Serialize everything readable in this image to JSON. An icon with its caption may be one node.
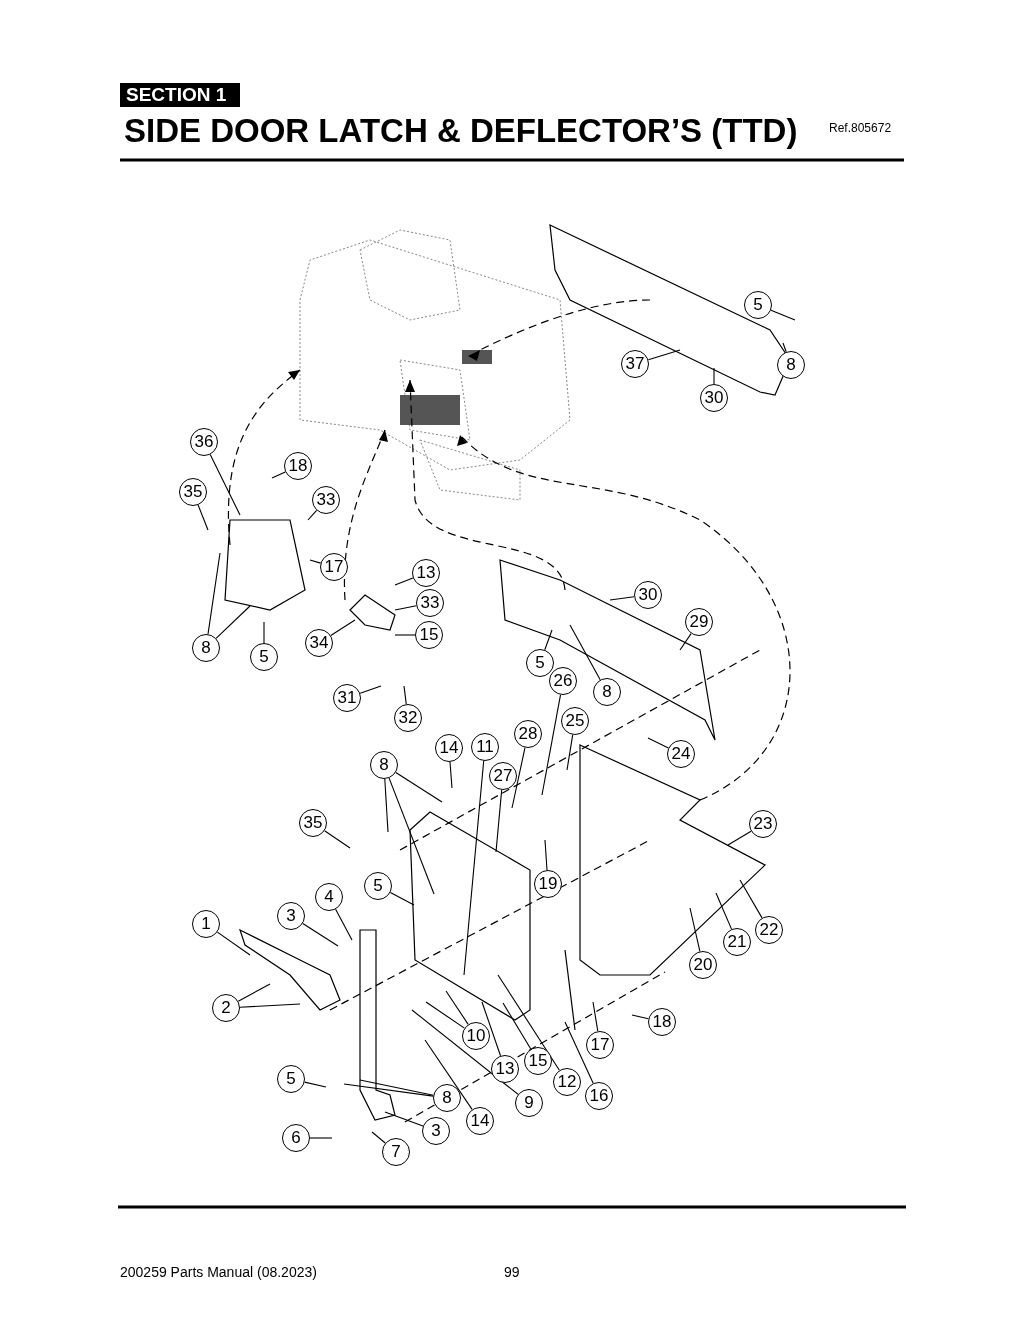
{
  "diagram": {
    "title": "SIDE DOOR LATCH & DEFLECTOR’S (TTD)",
    "nodes": [
      {
        "text": [
          "5"
        ]
      },
      {
        "text": [
          "37"
        ]
      },
      {
        "text": [
          "8"
        ]
      },
      {
        "text": [
          "30"
        ]
      },
      {
        "text": [
          "36"
        ]
      },
      {
        "text": [
          "18"
        ]
      },
      {
        "text": [
          "35"
        ]
      },
      {
        "text": [
          "33"
        ]
      },
      {
        "text": [
          "17"
        ]
      },
      {
        "text": [
          "13"
        ]
      },
      {
        "text": [
          "33"
        ]
      },
      {
        "text": [
          "15"
        ]
      },
      {
        "text": [
          "34"
        ]
      },
      {
        "text": [
          "8"
        ]
      },
      {
        "text": [
          "5"
        ]
      },
      {
        "text": [
          "30"
        ]
      },
      {
        "text": [
          "29"
        ]
      },
      {
        "text": [
          "5"
        ]
      },
      {
        "text": [
          "26"
        ]
      },
      {
        "text": [
          "8"
        ]
      },
      {
        "text": [
          "31"
        ]
      },
      {
        "text": [
          "32"
        ]
      },
      {
        "text": [
          "25"
        ]
      },
      {
        "text": [
          "14"
        ]
      },
      {
        "text": [
          "11"
        ]
      },
      {
        "text": [
          "28"
        ]
      },
      {
        "text": [
          "24"
        ]
      },
      {
        "text": [
          "8"
        ]
      },
      {
        "text": [
          "27"
        ]
      },
      {
        "text": [
          "35"
        ]
      },
      {
        "text": [
          "23"
        ]
      },
      {
        "text": [
          "19"
        ]
      },
      {
        "text": [
          "5"
        ]
      },
      {
        "text": [
          "4"
        ]
      },
      {
        "text": [
          "3"
        ]
      },
      {
        "text": [
          "1"
        ]
      },
      {
        "text": [
          "22"
        ]
      },
      {
        "text": [
          "21"
        ]
      },
      {
        "text": [
          "20"
        ]
      },
      {
        "text": [
          "2"
        ]
      },
      {
        "text": [
          "18"
        ]
      },
      {
        "text": [
          "10"
        ]
      },
      {
        "text": [
          "17"
        ]
      },
      {
        "text": [
          "15"
        ]
      },
      {
        "text": [
          "13"
        ]
      },
      {
        "text": [
          "5"
        ]
      },
      {
        "text": [
          "12"
        ]
      },
      {
        "text": [
          "16"
        ]
      },
      {
        "text": [
          "9"
        ]
      },
      {
        "text": [
          "8"
        ]
      },
      {
        "text": [
          "14"
        ]
      },
      {
        "text": [
          "3"
        ]
      },
      {
        "text": [
          "6"
        ]
      },
      {
        "text": [
          "7"
        ]
      }
    ],
    "edges": [
      {
        "from": 0,
        "to": null,
        "arrow": "none"
      },
      {
        "from": 1,
        "to": null,
        "arrow": "none"
      },
      {
        "from": 2,
        "to": null,
        "arrow": "none"
      },
      {
        "from": 3,
        "to": null,
        "arrow": "none"
      },
      {
        "from": 4,
        "to": null,
        "arrow": "none"
      },
      {
        "from": 5,
        "to": null,
        "arrow": "none"
      },
      {
        "from": 6,
        "to": null,
        "arrow": "none"
      },
      {
        "from": 7,
        "to": null,
        "arrow": "none"
      },
      {
        "from": 8,
        "to": null,
        "arrow": "none"
      },
      {
        "from": 9,
        "to": null,
        "arrow": "none"
      },
      {
        "from": 10,
        "to": null,
        "arrow": "none"
      },
      {
        "from": 11,
        "to": null,
        "arrow": "none"
      },
      {
        "from": 12,
        "to": null,
        "arrow": "none"
      },
      {
        "from": 13,
        "to": null,
        "arrow": "none"
      },
      {
        "from": 13,
        "to": null,
        "arrow": "none"
      },
      {
        "from": 14,
        "to": null,
        "arrow": "none"
      },
      {
        "from": 15,
        "to": null,
        "arrow": "none"
      },
      {
        "from": 16,
        "to": null,
        "arrow": "none"
      },
      {
        "from": 17,
        "to": null,
        "arrow": "none"
      },
      {
        "from": 18,
        "to": null,
        "arrow": "none"
      },
      {
        "from": 19,
        "to": null,
        "arrow": "none"
      },
      {
        "from": 20,
        "to": null,
        "arrow": "none"
      },
      {
        "from": 21,
        "to": null,
        "arrow": "none"
      },
      {
        "from": 22,
        "to": null,
        "arrow": "none"
      },
      {
        "from": 23,
        "to": null,
        "arrow": "none"
      },
      {
        "from": 24,
        "to": null,
        "arrow": "none"
      },
      {
        "from": 25,
        "to": null,
        "arrow": "none"
      },
      {
        "from": 26,
        "to": null,
        "arrow": "none"
      },
      {
        "from": 27,
        "to": null,
        "arrow": "none"
      },
      {
        "from": 27,
        "to": null,
        "arrow": "none"
      },
      {
        "from": 27,
        "to": null,
        "arrow": "none"
      },
      {
        "from": 28,
        "to": null,
        "arrow": "none"
      },
      {
        "from": 29,
        "to": null,
        "arrow": "none"
      },
      {
        "from": 30,
        "to": null,
        "arrow": "none"
      },
      {
        "from": 31,
        "to": null,
        "arrow": "none"
      },
      {
        "from": 32,
        "to": null,
        "arrow": "none"
      },
      {
        "from": 33,
        "to": null,
        "arrow": "none"
      },
      {
        "from": 34,
        "to": null,
        "arrow": "none"
      },
      {
        "from": 35,
        "to": null,
        "arrow": "none"
      },
      {
        "from": 36,
        "to": null,
        "arrow": "none"
      },
      {
        "from": 37,
        "to": null,
        "arrow": "none"
      },
      {
        "from": 38,
        "to": null,
        "arrow": "none"
      },
      {
        "from": 39,
        "to": null,
        "arrow": "none"
      },
      {
        "from": 39,
        "to": null,
        "arrow": "none"
      },
      {
        "from": 40,
        "to": null,
        "arrow": "none"
      },
      {
        "from": 41,
        "to": null,
        "arrow": "none"
      },
      {
        "from": 41,
        "to": null,
        "arrow": "none"
      },
      {
        "from": 42,
        "to": null,
        "arrow": "none"
      },
      {
        "from": 43,
        "to": null,
        "arrow": "none"
      },
      {
        "from": 44,
        "to": null,
        "arrow": "none"
      },
      {
        "from": 45,
        "to": null,
        "arrow": "none"
      },
      {
        "from": 46,
        "to": null,
        "arrow": "none"
      },
      {
        "from": 47,
        "to": null,
        "arrow": "none"
      },
      {
        "from": 48,
        "to": null,
        "arrow": "none"
      },
      {
        "from": 49,
        "to": null,
        "arrow": "none"
      },
      {
        "from": 49,
        "to": null,
        "arrow": "none"
      },
      {
        "from": 50,
        "to": null,
        "arrow": "none"
      },
      {
        "from": 51,
        "to": null,
        "arrow": "none"
      },
      {
        "from": 52,
        "to": null,
        "arrow": "none"
      },
      {
        "from": 53,
        "to": null,
        "arrow": "none"
      }
    ],
    "labels": [
      "SECTION 1",
      "Ref.805672",
      "200259 Parts Manual (08.2023)",
      "99"
    ]
  }
}
